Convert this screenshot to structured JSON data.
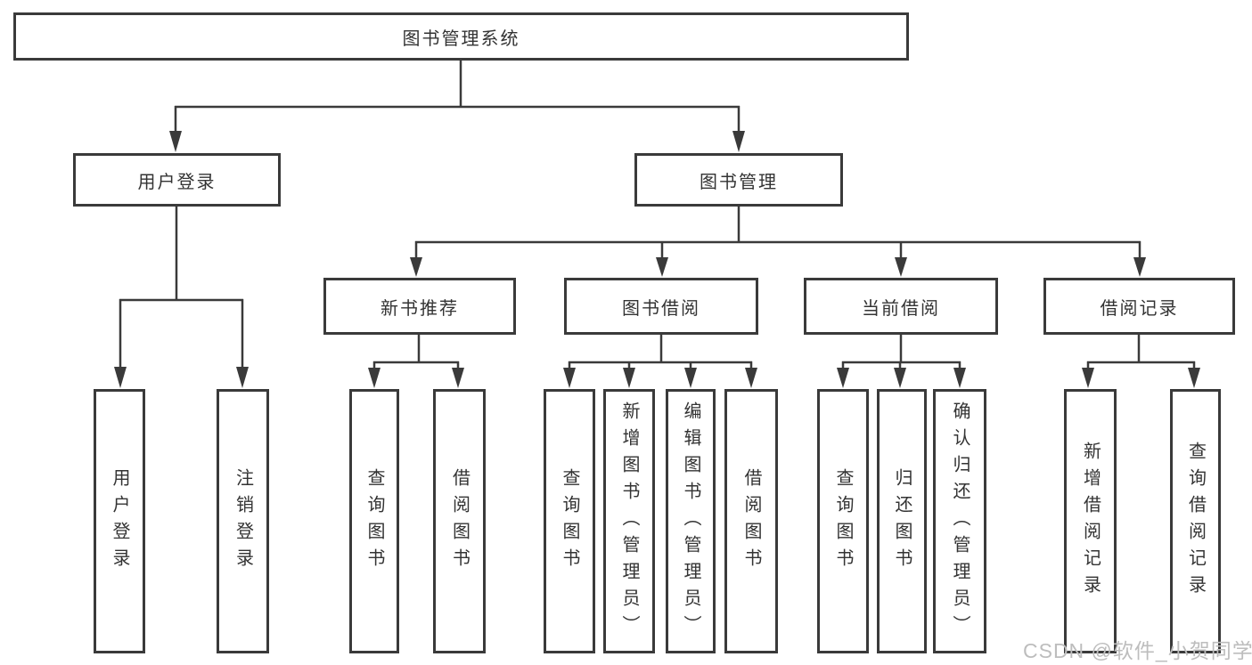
{
  "title": "图书管理系统",
  "nodes": {
    "root": "图书管理系统",
    "level2": {
      "login": "用户登录",
      "mgmt": "图书管理"
    },
    "level3": {
      "recommend": "新书推荐",
      "borrow": "图书借阅",
      "current": "当前借阅",
      "records": "借阅记录"
    },
    "leaves": {
      "login_user": "用户登录",
      "login_logout": "注销登录",
      "rec_query": "查询图书",
      "rec_borrow": "借阅图书",
      "bor_query": "查询图书",
      "bor_add": "新增图书（管理员）",
      "bor_edit": "编辑图书（管理员）",
      "bor_borrow": "借阅图书",
      "cur_query": "查询图书",
      "cur_return": "归还图书",
      "cur_confirm": "确认归还（管理员）",
      "rb_add": "新增借阅记录",
      "rb_query": "查询借阅记录"
    }
  },
  "watermark": "CSDN @软件_小贺同学",
  "colors": {
    "line": "#3a3a3a",
    "border": "#3a3a3a",
    "text": "#333333",
    "watermark": "#bdbdbd",
    "background": "#ffffff"
  }
}
